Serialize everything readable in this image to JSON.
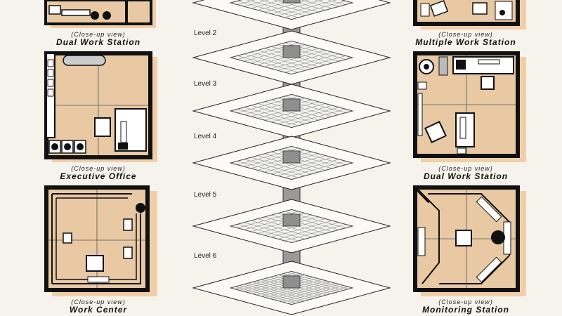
{
  "left": [
    {
      "note": "(Close-up view)",
      "title": "Dual Work Station"
    },
    {
      "note": "(Close-up view)",
      "title": "Executive Office"
    },
    {
      "note": "(Close-up view)",
      "title": "Work Center"
    }
  ],
  "right": [
    {
      "note": "(Close-up view)",
      "title": "Multiple Work Station"
    },
    {
      "note": "(Close-up view)",
      "title": "Dual Work Station"
    },
    {
      "note": "(Close-up view)",
      "title": "Monitoring Station"
    }
  ],
  "levels": [
    "Level 2",
    "Level 3",
    "Level 4",
    "Level 5",
    "Level 6"
  ],
  "colors": {
    "floor": "#e8c9a4",
    "shadow": "#f0cfa8",
    "wall": "#111111",
    "paper": "#f6f3ec",
    "grid": "#666666"
  }
}
